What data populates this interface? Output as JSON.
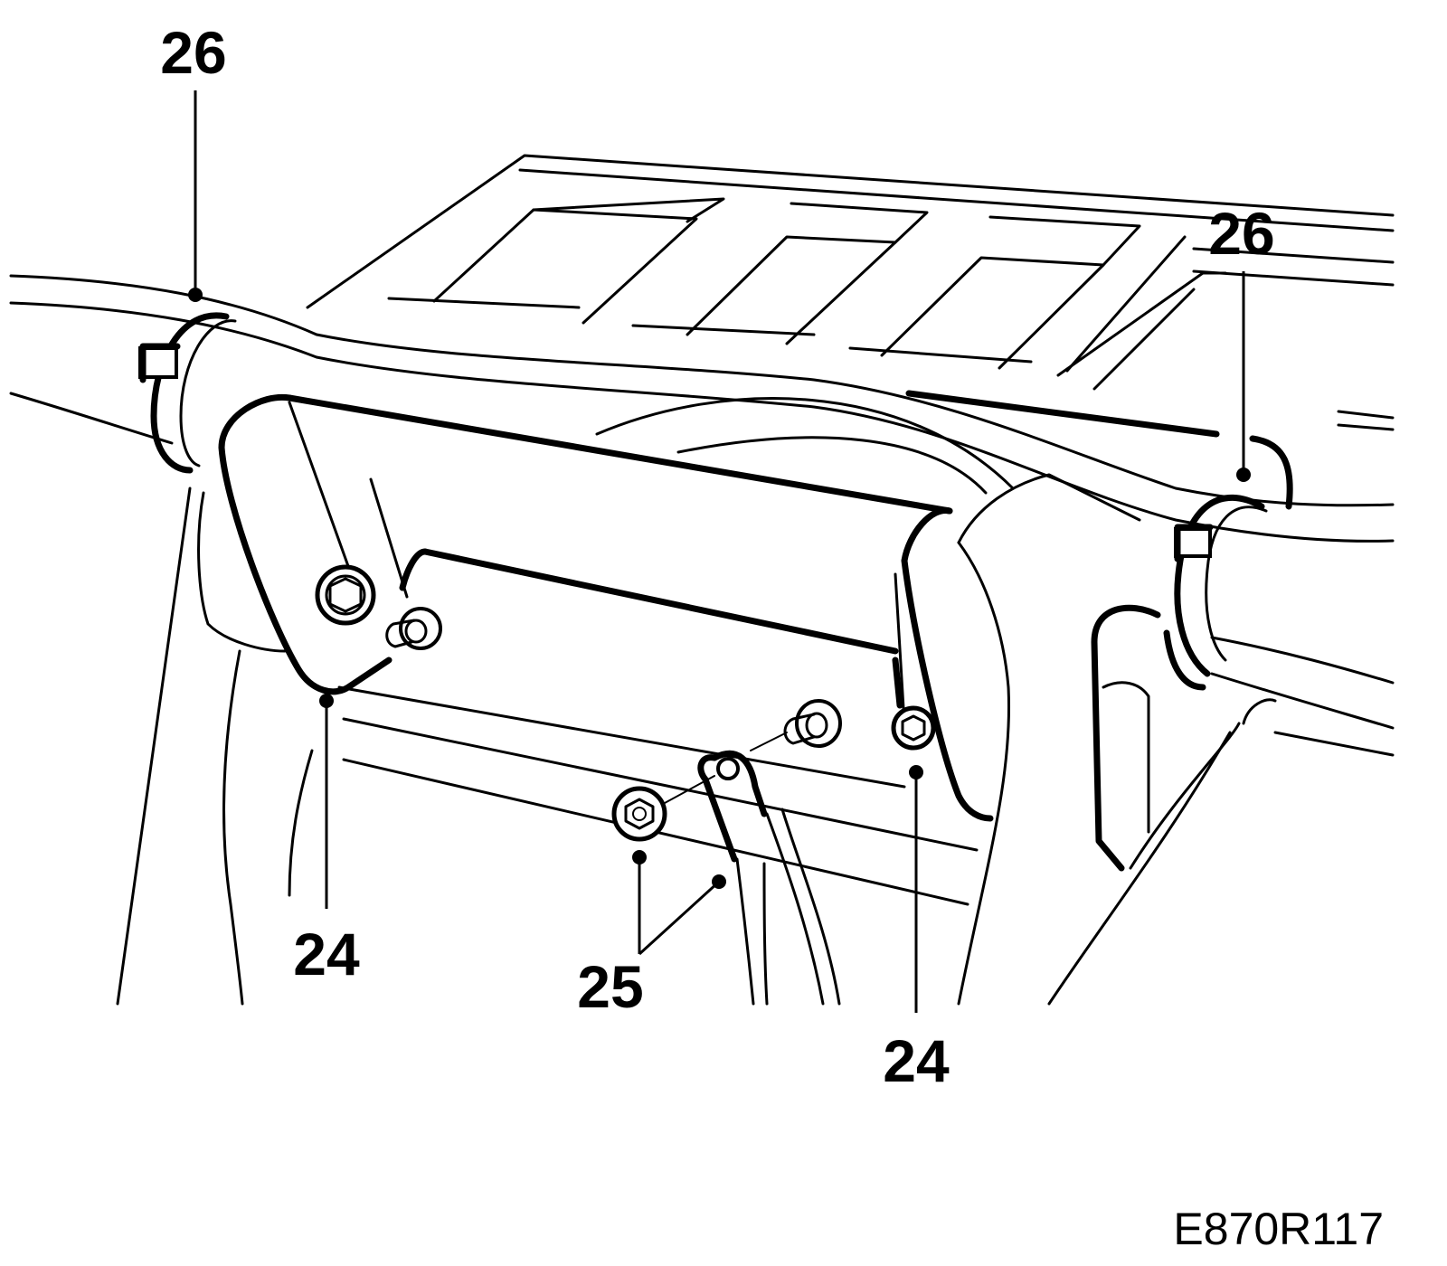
{
  "callouts": {
    "clip_left": "26",
    "clip_right": "26",
    "bolt_left": "24",
    "bolt_right": "24",
    "ground": "25"
  },
  "figure_code": "E870R117"
}
